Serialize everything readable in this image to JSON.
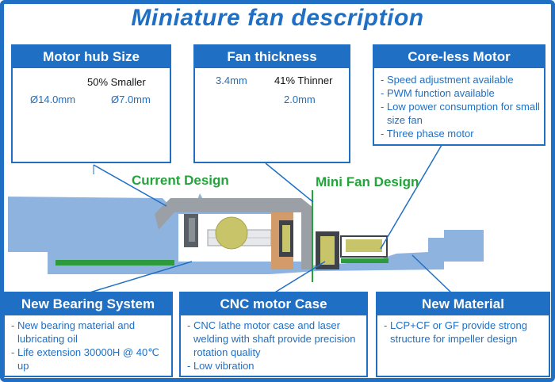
{
  "title": "Miniature fan description",
  "panels": {
    "motor_hub": {
      "header": "Motor hub Size",
      "ratio_label": "50% Smaller",
      "current_diameter": "Ø14.0mm",
      "mini_diameter": "Ø7.0mm"
    },
    "fan_thickness": {
      "header": "Fan thickness",
      "current_thickness": "3.4mm",
      "ratio_label": "41% Thinner",
      "mini_thickness": "2.0mm"
    },
    "coreless_motor": {
      "header": "Core-less Motor",
      "items": [
        "- Speed adjustment available",
        "- PWM function available",
        "- Low power consumption for small size fan",
        "- Three phase motor"
      ]
    },
    "bearing": {
      "header": "New Bearing System",
      "items": [
        "- New bearing material and lubricating oil",
        "- Life extension 30000H @ 40℃ up"
      ]
    },
    "cnc_case": {
      "header": "CNC motor Case",
      "items": [
        "- CNC lathe motor case and laser welding with shaft provide precision rotation quality",
        "- Low vibration"
      ]
    },
    "new_material": {
      "header": "New Material",
      "items": [
        "- LCP+CF or GF provide strong structure for impeller design"
      ]
    }
  },
  "design_labels": {
    "current": "Current Design",
    "mini": "Mini Fan Design"
  },
  "colors": {
    "brand_blue": "#1f6fc4",
    "divider_green": "#22a43a",
    "pcb_green": "#2e9a3e",
    "housing_gray": "#9aa0a6",
    "rotor_dark": "#5a5e66",
    "shaft_light": "#e6e8ec",
    "magnet_olive": "#c8c46a",
    "bearing_tan": "#d39b6a",
    "impeller_light_blue": "#8fb3df"
  }
}
